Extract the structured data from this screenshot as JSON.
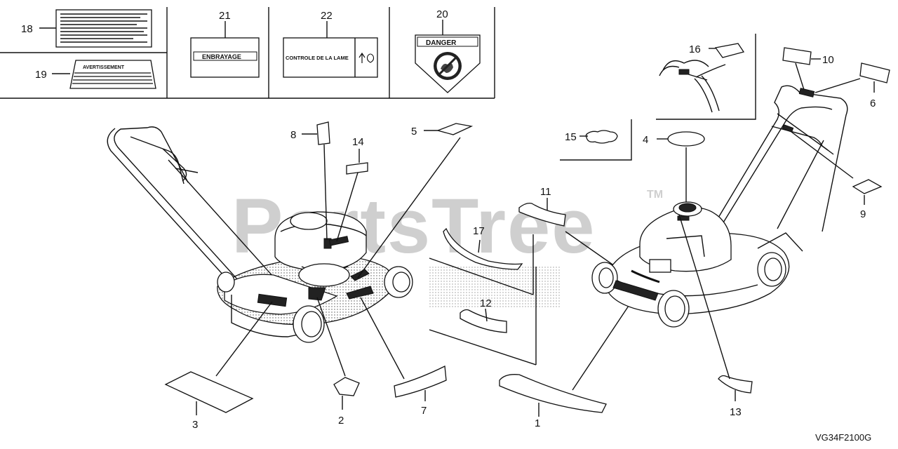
{
  "watermark": {
    "text": "PartsTree",
    "tm": "TM"
  },
  "diagram_code": "VG34F2100G",
  "labels": {
    "enbrayage": "ENBRAYAGE",
    "controle": "CONTROLE DE LA LAME",
    "danger": "DANGER",
    "avertissement": "AVERTISSEMENT"
  },
  "callouts": [
    "18",
    "19",
    "21",
    "22",
    "20",
    "16",
    "10",
    "6",
    "15",
    "4",
    "9",
    "8",
    "14",
    "5",
    "11",
    "17",
    "12",
    "3",
    "2",
    "7",
    "1",
    "13"
  ]
}
